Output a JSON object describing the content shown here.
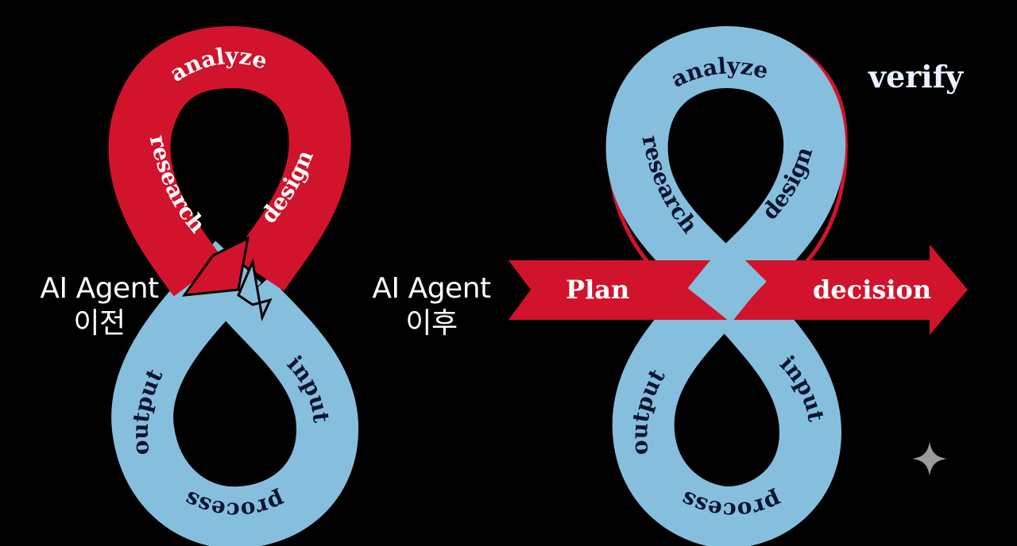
{
  "before": {
    "caption_line1": "AI Agent",
    "caption_line2": "이전",
    "loop_labels": {
      "top": "analyze",
      "left_upper": "research",
      "right_upper": "design",
      "left_lower": "output",
      "right_lower": "input",
      "bottom": "process"
    }
  },
  "after": {
    "caption_line1": "AI Agent",
    "caption_line2": "이후",
    "verify_label": "verify",
    "arrow_left_label": "Plan",
    "arrow_right_label": "decision",
    "loop_labels": {
      "top": "analyze",
      "left_upper": "research",
      "right_upper": "design",
      "left_lower": "output",
      "right_lower": "input",
      "bottom": "process"
    }
  },
  "colors": {
    "background": "#000000",
    "red": "#d1132b",
    "blue": "#86bfdd",
    "text_light": "#ffffff",
    "text_dark": "#0b1530"
  },
  "icons": {
    "corner": "sparkle-icon"
  }
}
